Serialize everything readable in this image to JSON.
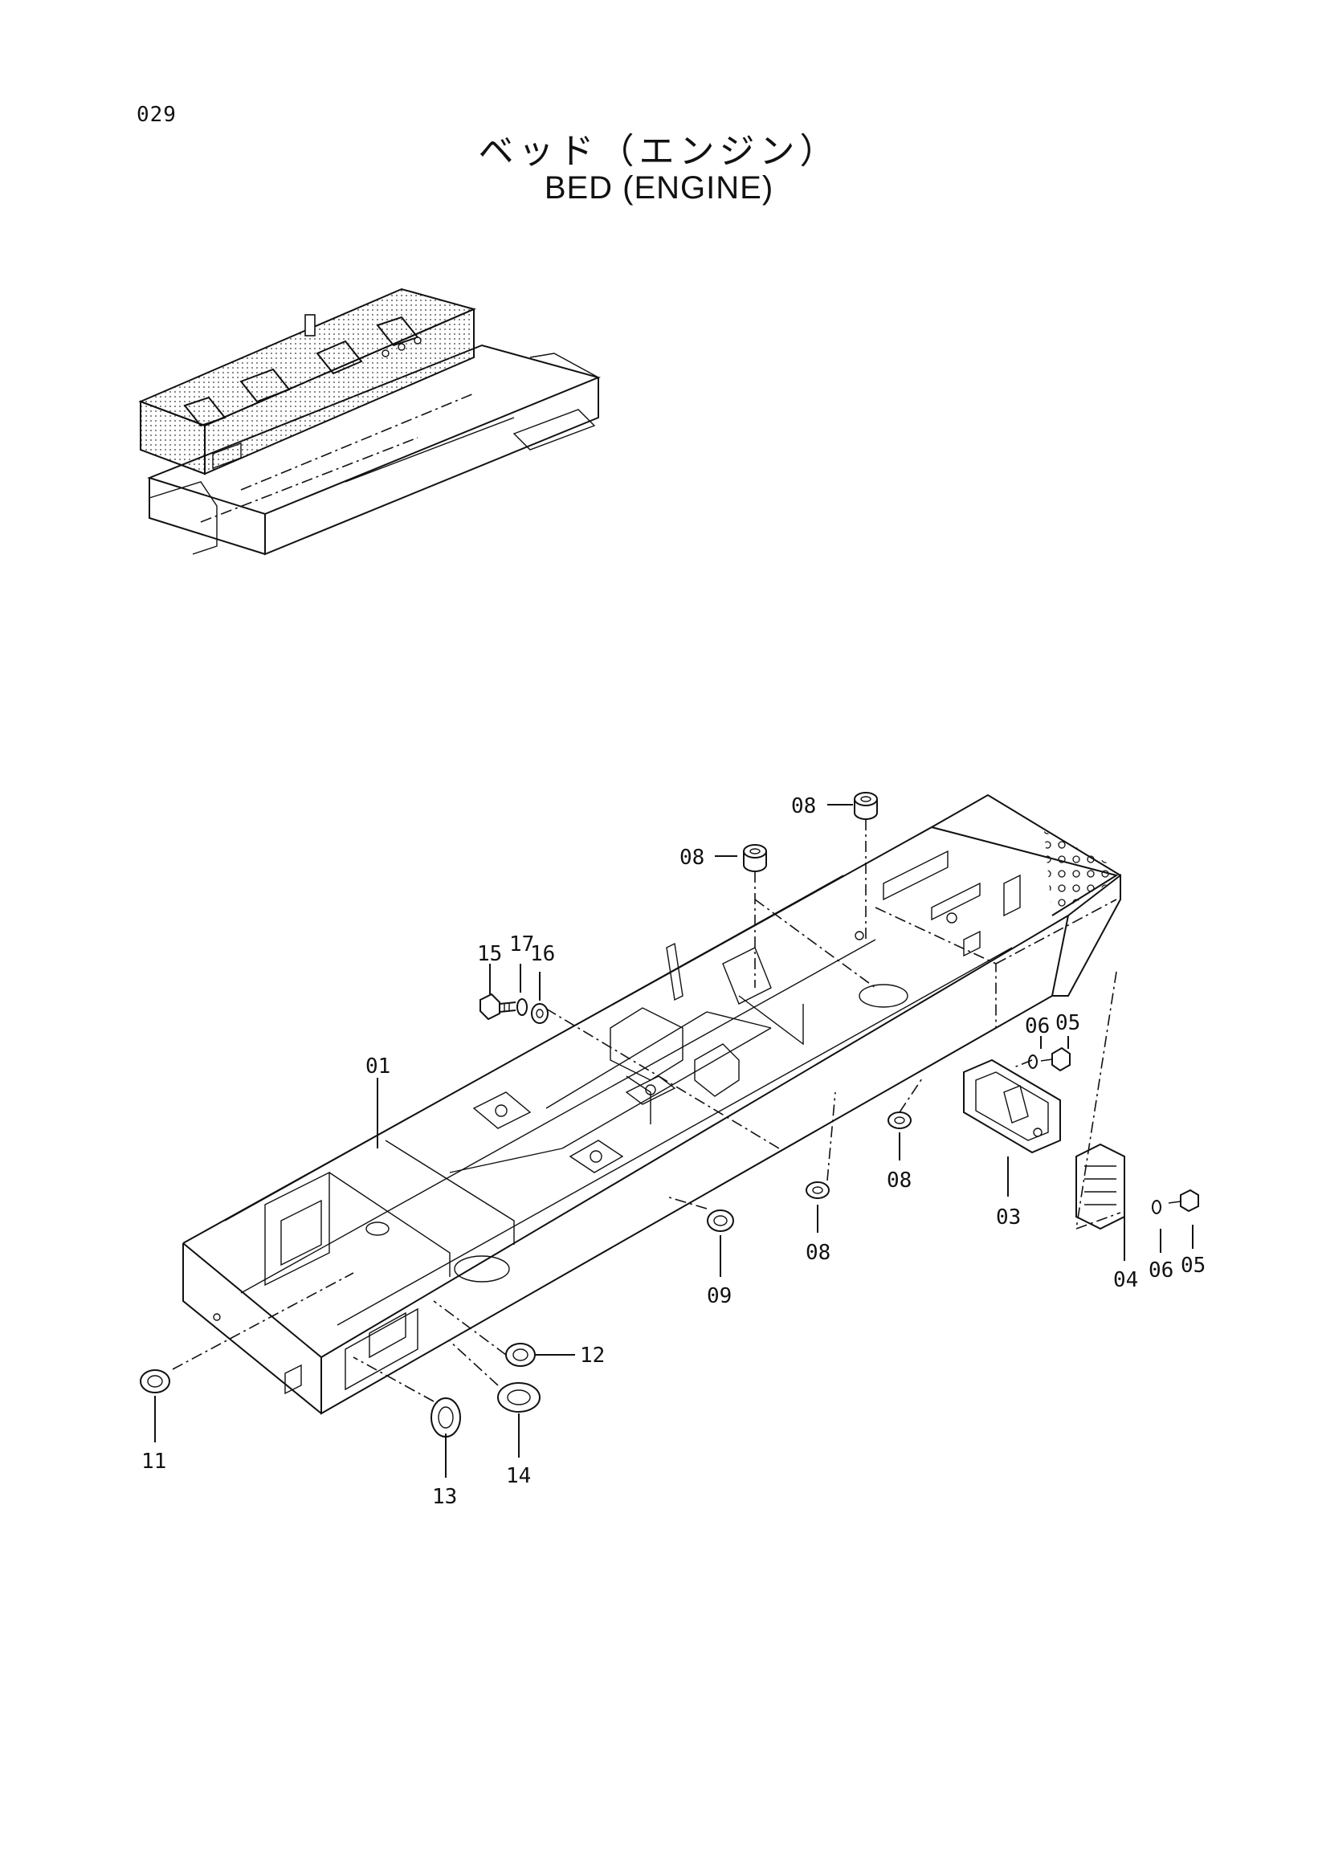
{
  "header": {
    "page_number": "029",
    "title_ja": "ベッド（エンジン）",
    "title_en": "BED (ENGINE)"
  },
  "callouts": {
    "p01": "01",
    "p03": "03",
    "p04": "04",
    "p05a": "05",
    "p05b": "05",
    "p06a": "06",
    "p06b": "06",
    "p08a": "08",
    "p08b": "08",
    "p08c": "08",
    "p08d": "08",
    "p09": "09",
    "p11": "11",
    "p12": "12",
    "p13": "13",
    "p14": "14",
    "p15": "15",
    "p16": "16",
    "p17": "17"
  }
}
